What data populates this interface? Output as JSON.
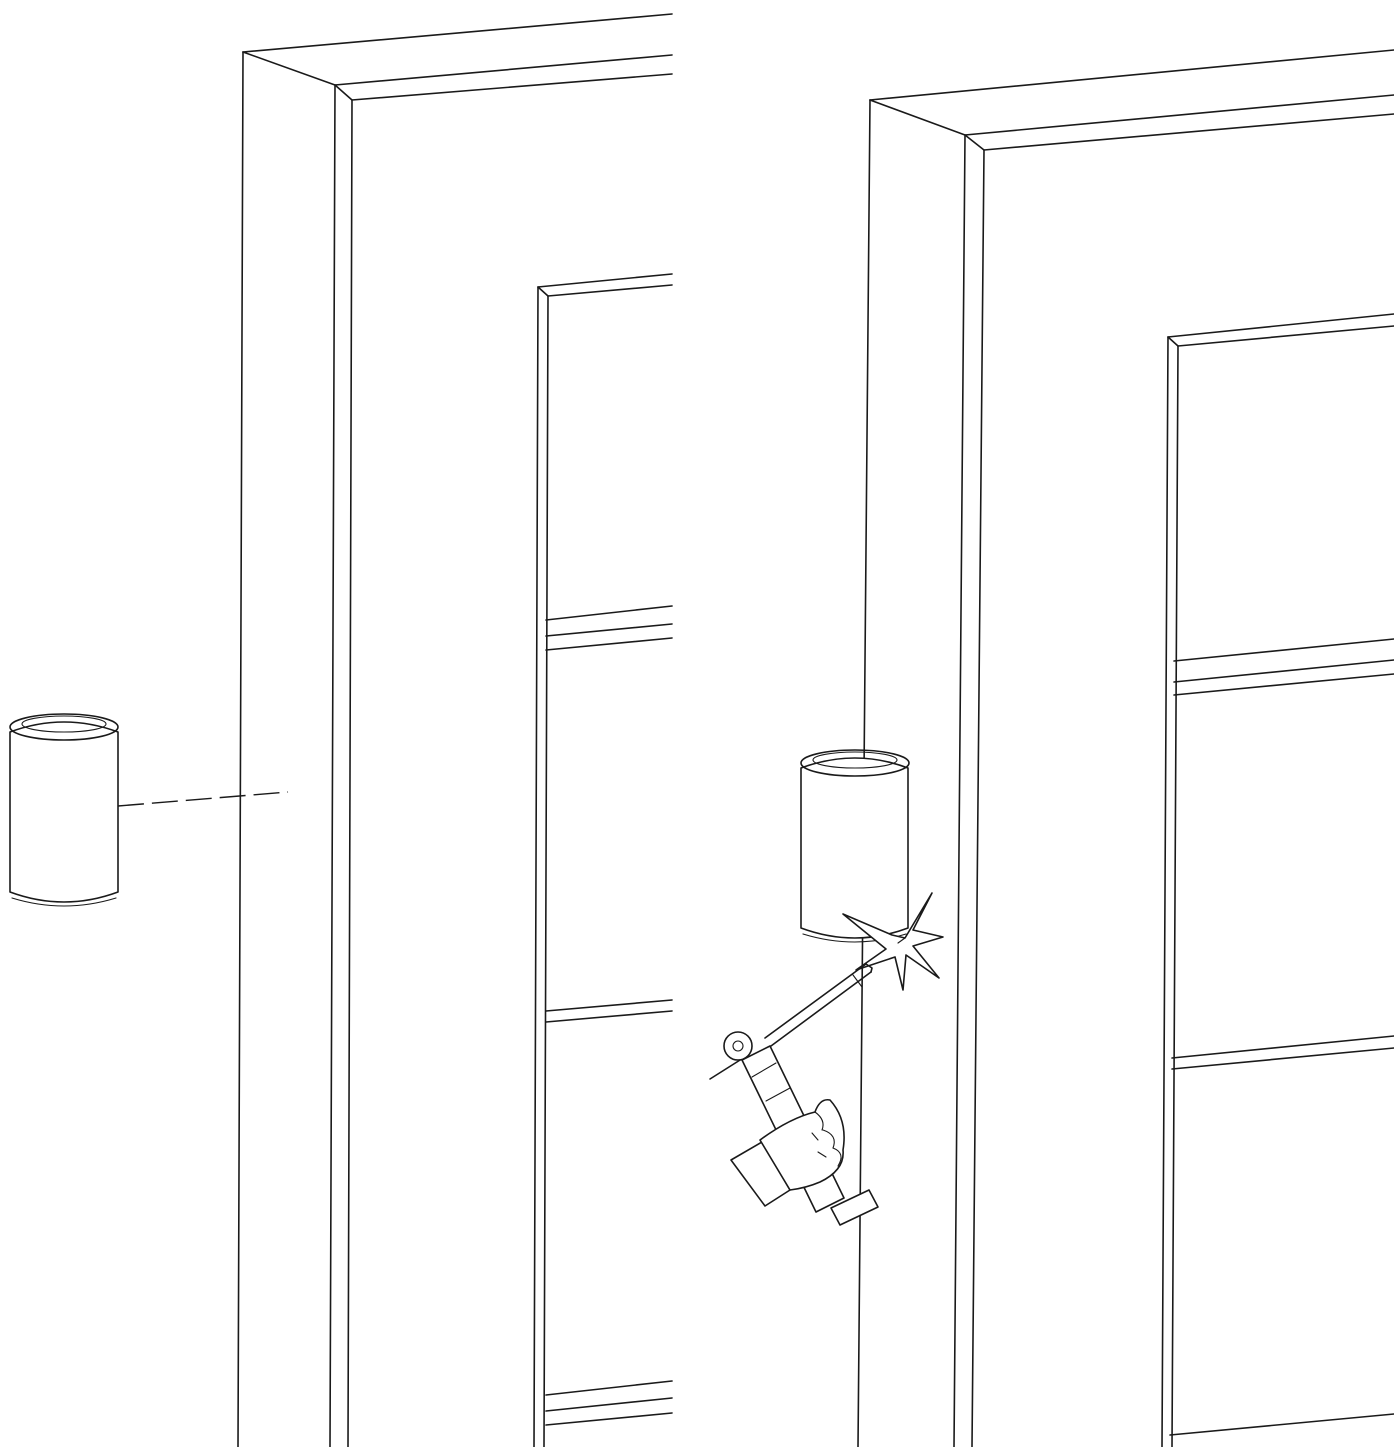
{
  "figure": {
    "panels": [
      {
        "id": "step-position",
        "parts": [
          "door-frame",
          "glazed-door-panel",
          "cylinder-fitting",
          "alignment-dashed-line"
        ]
      },
      {
        "id": "step-weld",
        "parts": [
          "door-frame",
          "glazed-door-panel",
          "cylinder-fitting",
          "welding-torch",
          "hand",
          "weld-spark"
        ]
      }
    ],
    "line_color": "#1a1a1a",
    "background_color": "#ffffff",
    "icons": [
      "cylinder-fitting-icon",
      "welding-torch-icon",
      "hand-icon",
      "spark-icon"
    ]
  }
}
